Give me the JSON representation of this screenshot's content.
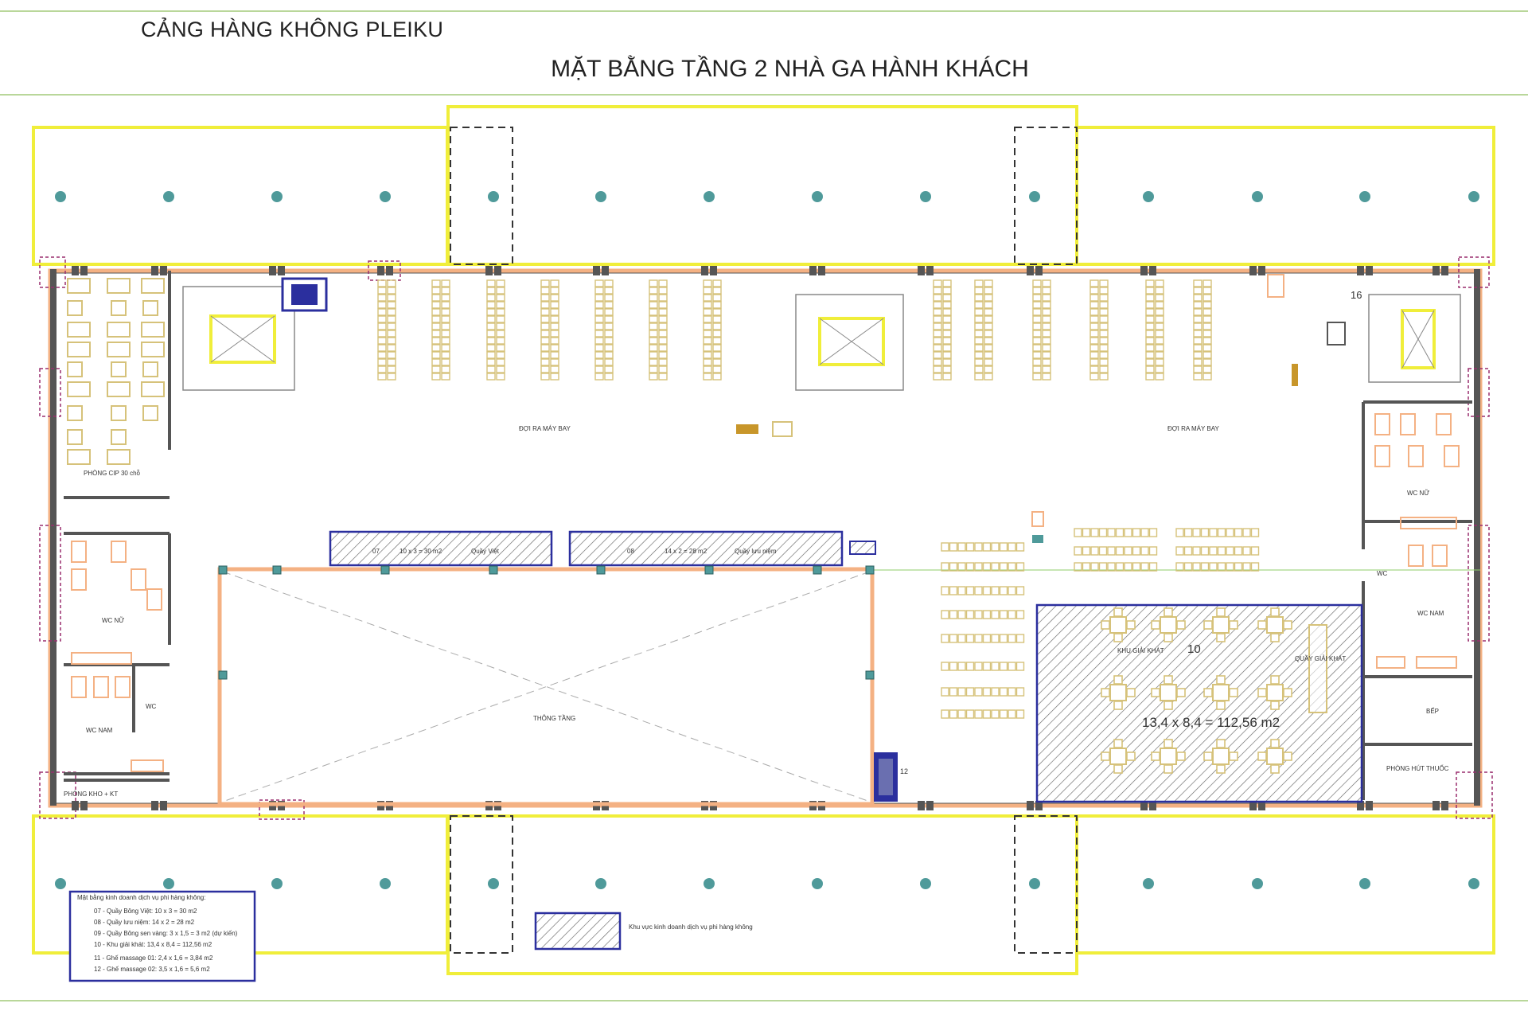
{
  "header": {
    "airport_name": "CẢNG HÀNG KHÔNG PLEIKU",
    "plan_title": "MẶT BẰNG TẦNG 2 NHÀ GA HÀNH KHÁCH"
  },
  "rooms": {
    "departure_left": "ĐỢI RA MÁY BAY",
    "departure_right": "ĐỢI RA MÁY BAY",
    "cip_room": "PHÒNG CIP 30 chỗ",
    "wc_female_left": "WC NỮ",
    "wc_male_left": "WC NAM",
    "wc_small_left": "WC",
    "storage_room": "PHÒNG KHO + KT",
    "void_area": "THÔNG TẦNG",
    "wc_female_right": "WC NỮ",
    "wc_small_right": "WC",
    "wc_male_right": "WC NAM",
    "kitchen": "BẾP",
    "smoking_room": "PHÒNG HÚT THUỐC",
    "refreshment_area": "KHU GIẢI KHÁT",
    "refreshment_counter": "QUẦY GIẢI KHÁT",
    "refreshment_number": "10",
    "refreshment_area_calc": "13,4 x 8,4 = 112,56 m2",
    "stair_number": "16",
    "massage_number": "12"
  },
  "kiosks": {
    "kiosk_07_num": "07",
    "kiosk_07_size": "10 x 3 = 30 m2",
    "kiosk_07_name": "Quầy Việt",
    "kiosk_08_num": "08",
    "kiosk_08_size": "14 x 2 = 28 m2",
    "kiosk_08_name": "Quầy lưu niệm"
  },
  "legend": {
    "title": "Mặt bằng kinh doanh dịch vụ phi hàng không:",
    "items": [
      "07 - Quầy Bông Việt: 10 x 3 = 30 m2",
      "08 - Quầy lưu niệm: 14 x 2 = 28 m2",
      "09 - Quầy Bông sen vàng: 3 x 1,5 = 3 m2 (dự kiến)",
      "10 - Khu giải khát: 13,4 x 8,4 = 112,56 m2",
      "11 - Ghế massage 01: 2,4 x 1,6 = 3,84 m2",
      "12 - Ghế massage 02: 3,5 x 1,6 = 5,6 m2"
    ],
    "hatch_label": "Khu vực kinh doanh dịch vụ phi hàng không"
  },
  "colors": {
    "canopy": "#f0ee3a",
    "wall": "#f4b183",
    "hatch_frame": "#2b2f9e",
    "seating": "#d6c27a",
    "column": "#4f9a9a",
    "dash": "#9a2f6f",
    "header_rule": "#b9d79a"
  }
}
